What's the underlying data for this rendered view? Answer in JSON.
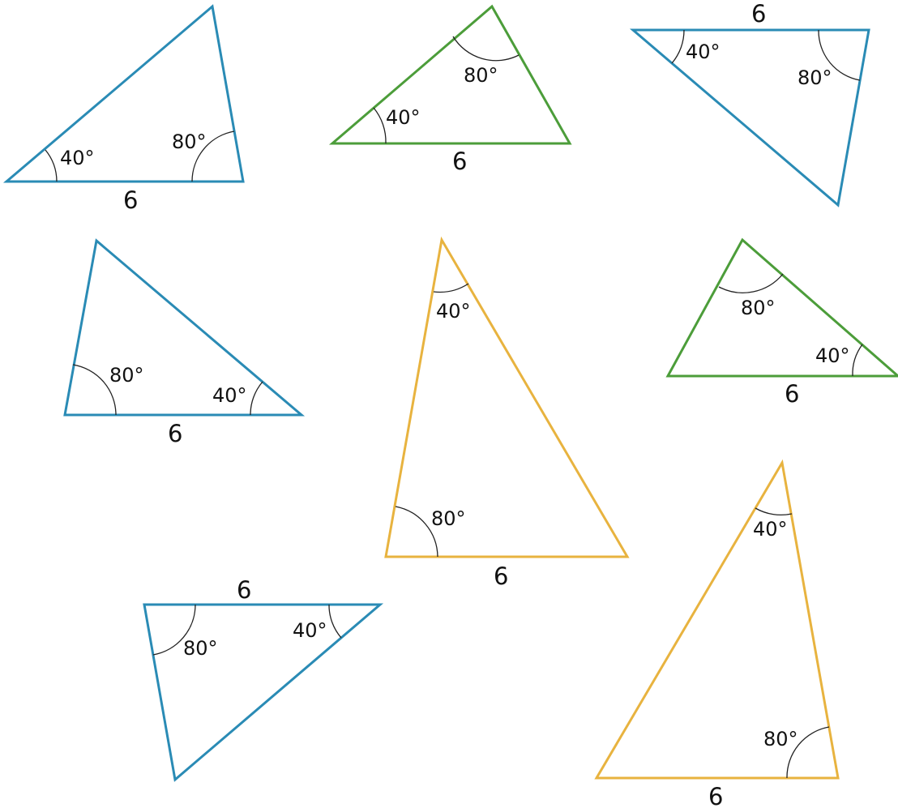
{
  "colors": {
    "blue": "#2a8bb5",
    "green": "#4c9d3a",
    "orange": "#e8b33f"
  },
  "triangles": [
    {
      "id": "t1",
      "color": "blue",
      "side": "6",
      "angle_a": "40°",
      "angle_b": "80°"
    },
    {
      "id": "t2",
      "color": "green",
      "side": "6",
      "angle_a": "40°",
      "angle_b": "80°"
    },
    {
      "id": "t3",
      "color": "blue",
      "side": "6",
      "angle_a": "40°",
      "angle_b": "80°"
    },
    {
      "id": "t4",
      "color": "blue",
      "side": "6",
      "angle_a": "40°",
      "angle_b": "80°"
    },
    {
      "id": "t5",
      "color": "orange",
      "side": "6",
      "angle_a": "40°",
      "angle_b": "80°"
    },
    {
      "id": "t6",
      "color": "green",
      "side": "6",
      "angle_a": "40°",
      "angle_b": "80°"
    },
    {
      "id": "t7",
      "color": "blue",
      "side": "6",
      "angle_a": "40°",
      "angle_b": "80°"
    },
    {
      "id": "t8",
      "color": "orange",
      "side": "6",
      "angle_a": "40°",
      "angle_b": "80°"
    }
  ]
}
